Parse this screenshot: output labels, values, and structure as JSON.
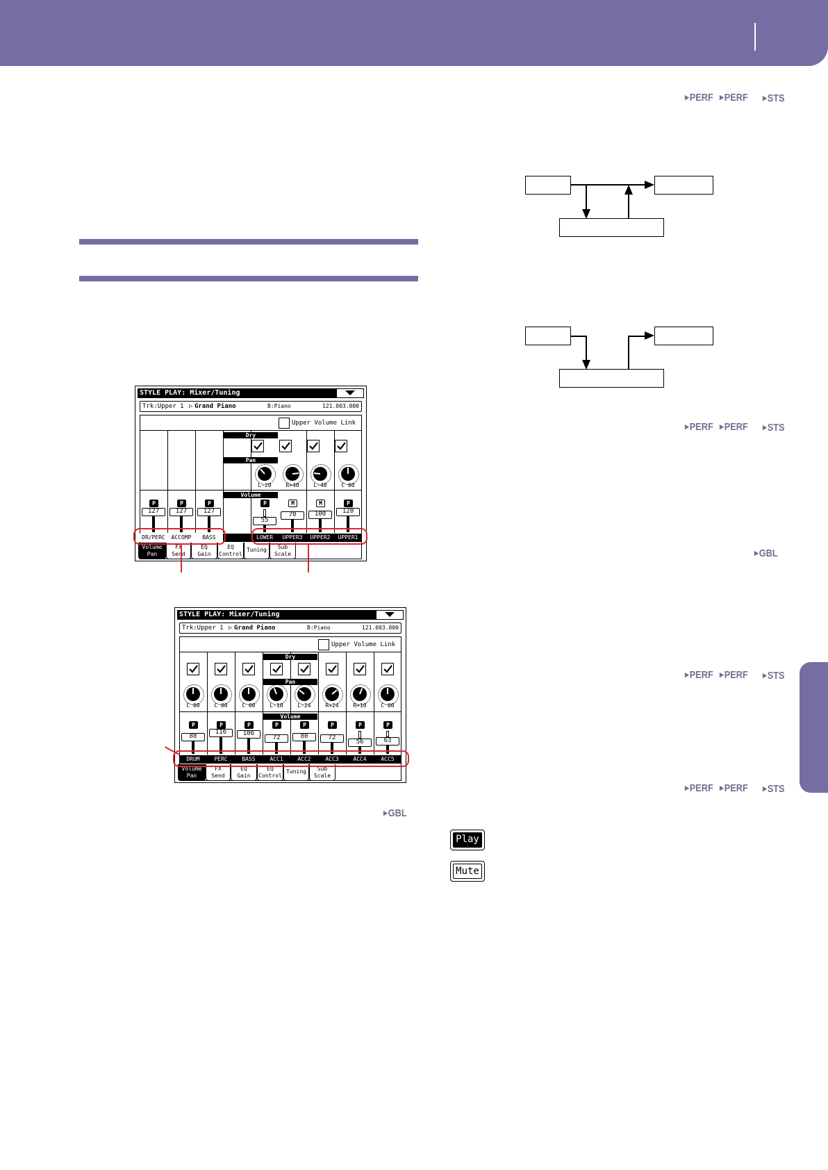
{
  "xrefs": {
    "perf": "PERF",
    "sts": "STS",
    "gbl": "GBL"
  },
  "screen1": {
    "title": "STYLE PLAY: Mixer/Tuning",
    "track_label": "Trk:Upper 1",
    "track_sound": "Grand Piano",
    "bank": "B:Piano",
    "program_number": "121.003.000",
    "upper_volume_link": "Upper Volume Link",
    "section_dry": "Dry",
    "section_pan": "Pan",
    "section_volume": "Volume",
    "pan_values": [
      "L-20",
      "R+40",
      "L-40",
      "C 00"
    ],
    "play_mute": [
      "P",
      "P",
      "P",
      "P",
      "M",
      "M",
      "P"
    ],
    "volumes": [
      "127",
      "127",
      "127",
      "55",
      "70",
      "100",
      "120"
    ],
    "track_names": [
      "DR/PERC",
      "ACCOMP",
      "BASS",
      "LOWER",
      "UPPER3",
      "UPPER2",
      "UPPER1"
    ],
    "tabs": [
      [
        "Volume",
        "Pan"
      ],
      [
        "FX",
        "Send"
      ],
      [
        "EQ",
        "Gain"
      ],
      [
        "EQ",
        "Control"
      ],
      [
        "Tuning"
      ],
      [
        "Sub",
        "Scale"
      ]
    ]
  },
  "screen2": {
    "title": "STYLE PLAY: Mixer/Tuning",
    "track_label": "Trk:Upper 1",
    "track_sound": "Grand Piano",
    "bank": "B:Piano",
    "program_number": "121.003.000",
    "upper_volume_link": "Upper Volume Link",
    "section_dry": "Dry",
    "section_pan": "Pan",
    "section_volume": "Volume",
    "pan_values": [
      "C 00",
      "C 00",
      "C 00",
      "L-10",
      "L-24",
      "R+24",
      "R+10",
      "C 00"
    ],
    "play_mute": [
      "P",
      "P",
      "P",
      "P",
      "P",
      "P",
      "P",
      "P"
    ],
    "volumes": [
      "88",
      "116",
      "106",
      "72",
      "80",
      "72",
      "56",
      "63"
    ],
    "track_names": [
      "DRUM",
      "PERC",
      "BASS",
      "ACC1",
      "ACC2",
      "ACC3",
      "ACC4",
      "ACC5"
    ],
    "tabs": [
      [
        "Volume",
        "Pan"
      ],
      [
        "FX",
        "Send"
      ],
      [
        "EQ",
        "Gain"
      ],
      [
        "EQ",
        "Control"
      ],
      [
        "Tuning"
      ],
      [
        "Sub",
        "Scale"
      ]
    ]
  },
  "buttons": {
    "play": "Play",
    "mute": "Mute"
  }
}
